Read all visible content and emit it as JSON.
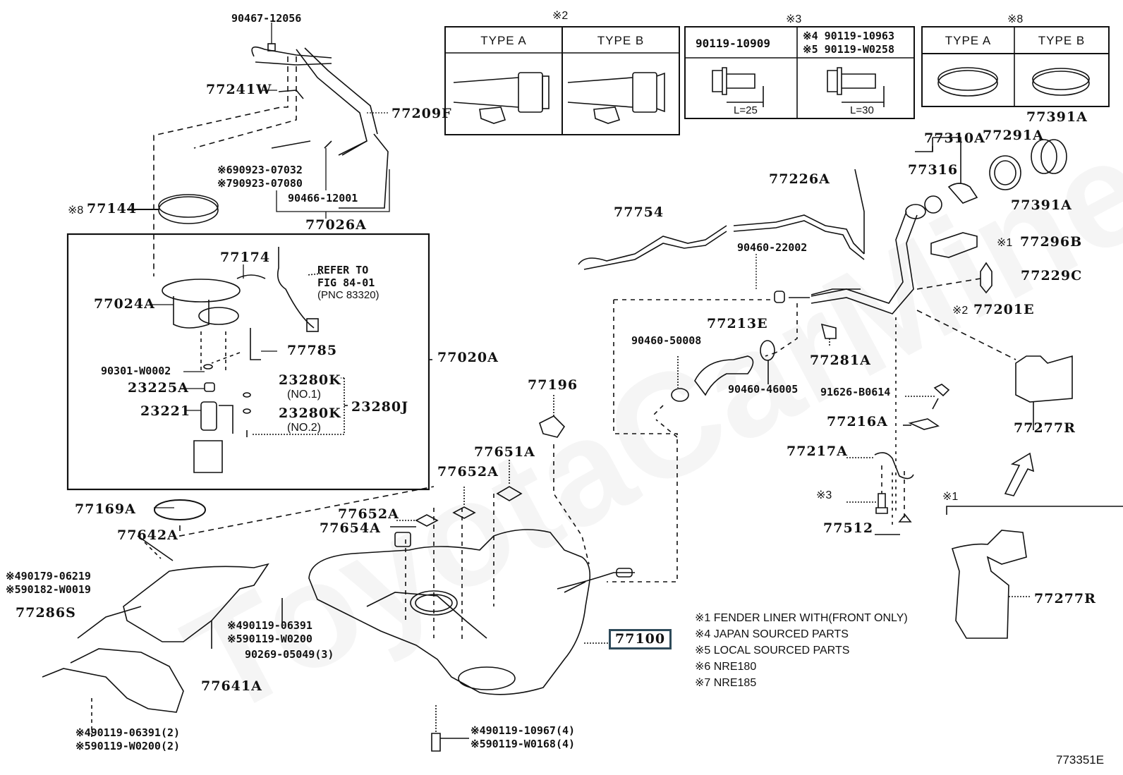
{
  "figure_id": "773351E",
  "watermark": "ToyotaCarMine.ru",
  "highlighted_part": "77100",
  "inset_tables": {
    "t2": {
      "mark": "※2",
      "headers": [
        "TYPE A",
        "TYPE B"
      ]
    },
    "t3": {
      "mark": "※3",
      "headers": [
        "90119-10909",
        "※4 90119-10963",
        "※5 90119-W0258"
      ],
      "dims": [
        "L=25",
        "L=30"
      ]
    },
    "t8": {
      "mark": "※8",
      "headers": [
        "TYPE A",
        "TYPE B"
      ]
    }
  },
  "labels": {
    "p90467_12056": "90467-12056",
    "p77241W": "77241W",
    "p77209F": "77209F",
    "p90923_07032": "※690923-07032",
    "p90923_07080": "※790923-07080",
    "p90466_12001": "90466-12001",
    "p77026A": "77026A",
    "p77144": "77144",
    "p77144_mark": "※8",
    "p77174": "77174",
    "refer1": "REFER TO",
    "refer2": "FIG 84-01",
    "refer3": "(PNC 83320)",
    "p77024A": "77024A",
    "p77785": "77785",
    "p90301": "90301-W0002",
    "p23225A": "23225A",
    "p23221": "23221",
    "p23280K1": "23280K",
    "p23280K1_sub": "(NO.1)",
    "p23280K2": "23280K",
    "p23280K2_sub": "(NO.2)",
    "p23280J": "23280J",
    "p77020A": "77020A",
    "p77169A": "77169A",
    "p77642A": "77642A",
    "p90179": "※490179-06219",
    "p90182": "※590182-W0019",
    "p77286S": "77286S",
    "p90119_06391a": "※490119-06391",
    "p90119_W0200a": "※590119-W0200",
    "p90269": "90269-05049(3)",
    "p77641A": "77641A",
    "p90119_06391b": "※490119-06391(2)",
    "p90119_W0200b": "※590119-W0200(2)",
    "p77196": "77196",
    "p77651A": "77651A",
    "p77652A_1": "77652A",
    "p77652A_2": "77652A",
    "p77654A": "77654A",
    "p77100": "77100",
    "p90119_10967": "※490119-10967(4)",
    "p90119_W0168": "※590119-W0168(4)",
    "p77754": "77754",
    "p77226A": "77226A",
    "p90460_22002": "90460-22002",
    "p77213E": "77213E",
    "p90460_50008": "90460-50008",
    "p90460_46005": "90460-46005",
    "p77281A": "77281A",
    "p77310A": "77310A",
    "p77316": "77316",
    "p77291A": "77291A",
    "p77391A_top": "77391A",
    "p77391A_bot": "77391A",
    "p77296B": "77296B",
    "p77296B_mark": "※1",
    "p77229C": "77229C",
    "p77201E": "77201E",
    "p77201E_mark": "※2",
    "p91626": "91626-B0614",
    "p77216A": "77216A",
    "p77217A": "77217A",
    "p_mark3": "※3",
    "p77512": "77512",
    "p77277R_a": "77277R",
    "p77277R_b": "77277R",
    "p_mark1_bracket": "※1"
  },
  "notes": [
    "※1 FENDER LINER WITH(FRONT ONLY)",
    "※4 JAPAN SOURCED PARTS",
    "※5 LOCAL SOURCED PARTS",
    "※6 NRE180",
    "※7 NRE185"
  ]
}
